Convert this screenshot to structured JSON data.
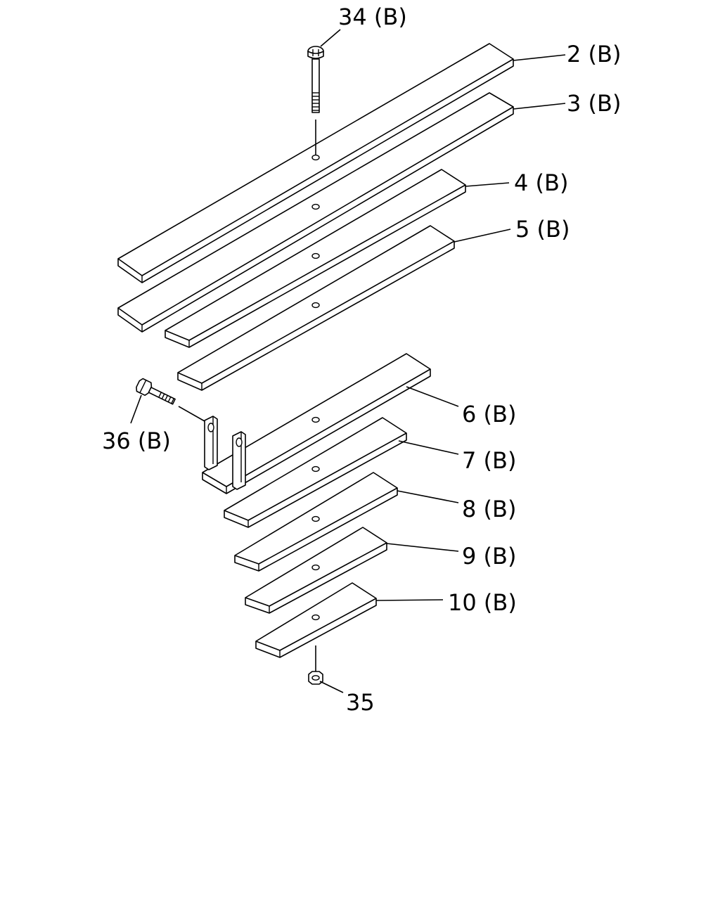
{
  "callouts": {
    "bolt_top": "34 (B)",
    "leaf_2": "2 (B)",
    "leaf_3": "3 (B)",
    "leaf_4": "4 (B)",
    "leaf_5": "5 (B)",
    "leaf_6": "6 (B)",
    "leaf_7": "7 (B)",
    "leaf_8": "8 (B)",
    "leaf_9": "9 (B)",
    "leaf_10": "10 (B)",
    "bolt_side": "36 (B)",
    "nut_bottom": "35"
  }
}
